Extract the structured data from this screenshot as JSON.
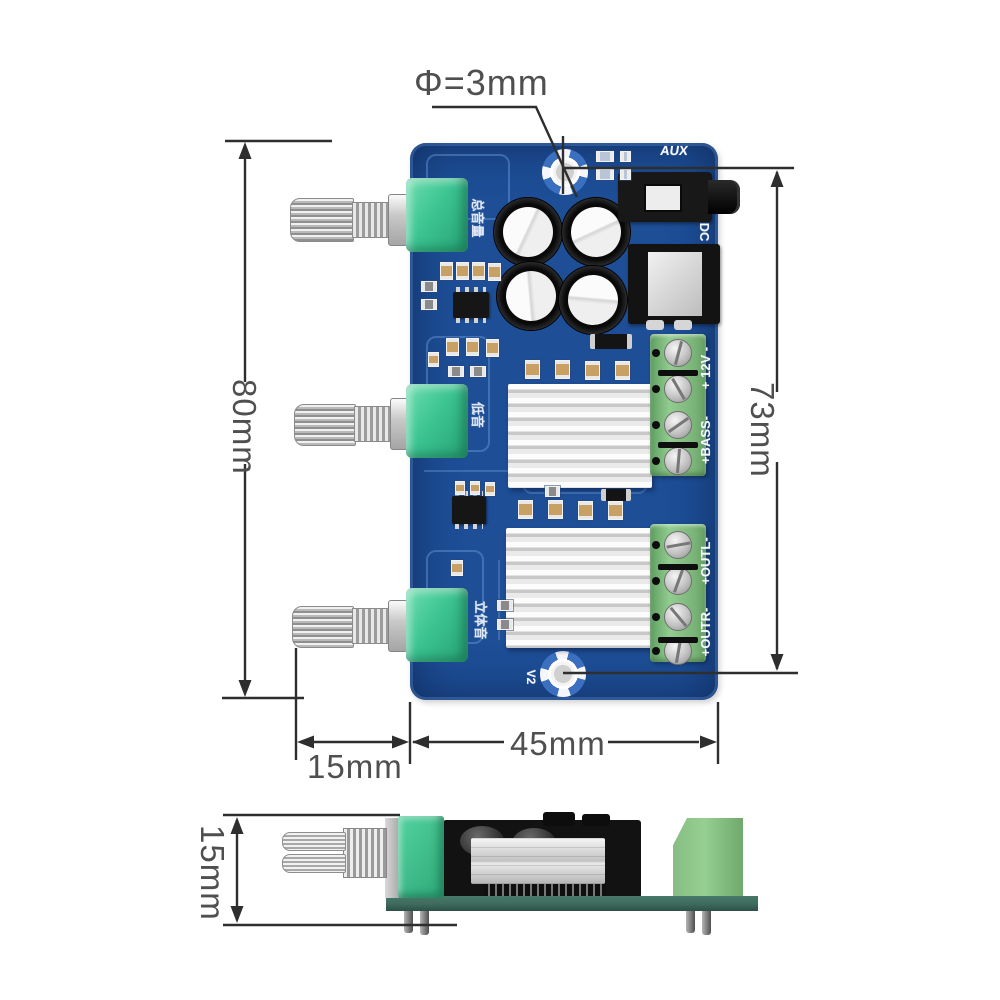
{
  "annotations": {
    "hole_diameter": "Φ=3mm",
    "board_height": "80mm",
    "pcb_height": "73mm",
    "shaft_length": "15mm",
    "board_width": "45mm",
    "side_height": "15mm"
  },
  "silkscreen": {
    "aux": "AUX",
    "dc": "DC",
    "version": "V2",
    "terminal_power": "+ 12V -",
    "terminal_bass": "+BASS-",
    "terminal_outl": "+OUTL-",
    "terminal_outr": "+OUTR-",
    "pot_volume": "总音量",
    "pot_bass": "低音",
    "pot_stereo": "立体音"
  },
  "colors": {
    "pcb_blue": "#1d4e96",
    "pcb_trace": "#82b4f0",
    "pot_green": "#3cc492",
    "terminal_green": "#84bf82",
    "heatsink_silver": "#e6e6e6",
    "cap_black": "#141414",
    "cap_top_white": "#f2f2f2",
    "metal_gray": "#d8d8d8",
    "side_board_green": "#3e6a5e",
    "dimension_line": "#2e2e2e",
    "dimension_text": "#4f4f4f",
    "silkscreen_white": "#f5f8ff"
  }
}
